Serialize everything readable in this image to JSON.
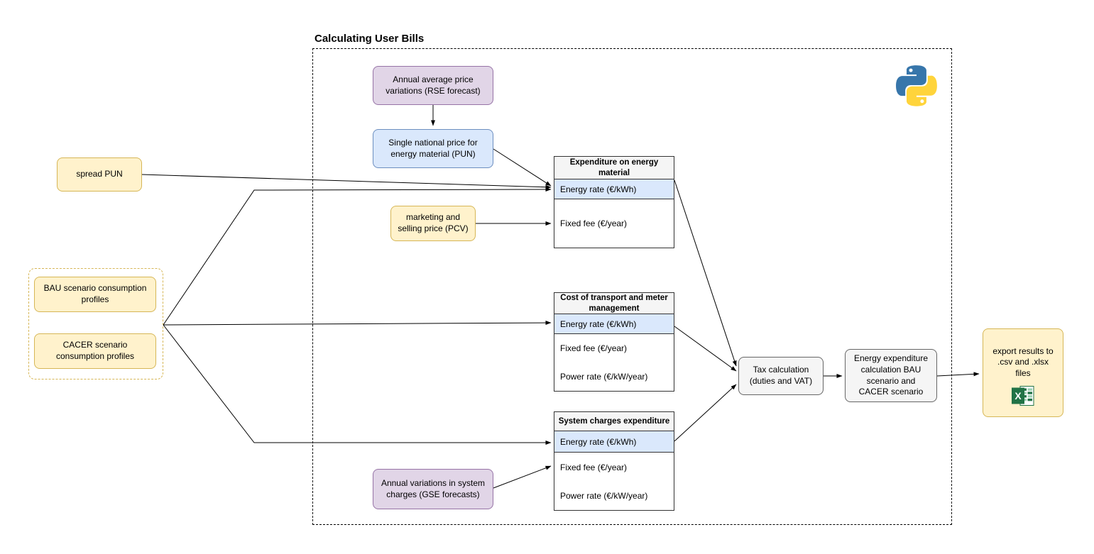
{
  "title": "Calculating User Bills",
  "nodes": {
    "rse_forecast": {
      "label": "Annual average price variations (RSE forecast)"
    },
    "pun": {
      "label": "Single national price for energy material (PUN)"
    },
    "spread_pun": {
      "label": "spread PUN"
    },
    "pcv": {
      "label": "marketing and selling price (PCV)"
    },
    "bau_profiles": {
      "label": "BAU scenario consumption profiles"
    },
    "cacer_profiles": {
      "label": "CACER scenario consumption profiles"
    },
    "gse_forecasts": {
      "label": "Annual variations in system charges (GSE forecasts)"
    },
    "tax_calculation": {
      "label": "Tax calculation (duties and VAT)"
    },
    "energy_expenditure_calc": {
      "label": "Energy expenditure calculation BAU scenario and CACER scenario"
    },
    "export_results": {
      "label": "export results to .csv and .xlsx files"
    }
  },
  "tables": [
    {
      "title": "Expenditure on energy material",
      "rows": [
        "Energy rate (€/kWh)",
        "Fixed fee (€/year)"
      ]
    },
    {
      "title": "Cost of transport and meter management",
      "rows": [
        "Energy rate (€/kWh)",
        "Fixed fee (€/year)",
        "Power rate (€/kW/year)"
      ]
    },
    {
      "title": "System charges expenditure",
      "rows": [
        "Energy rate (€/kWh)",
        "Fixed fee (€/year)",
        "Power rate (€/kW/year)"
      ]
    }
  ],
  "icons": {
    "python": "python-logo",
    "excel": "excel-icon"
  },
  "colors": {
    "purple_fill": "#E1D5E7",
    "purple_border": "#9673A6",
    "blue_fill": "#DAE8FC",
    "blue_border": "#6C8EBF",
    "yellow_fill": "#FFF2CC",
    "yellow_border": "#D6B656",
    "gray_fill": "#F5F5F5",
    "gray_border": "#666666",
    "highlight_row": "#DAE8FC",
    "python_blue": "#3776AB",
    "python_yellow": "#FFD43B",
    "excel_green": "#217346"
  }
}
